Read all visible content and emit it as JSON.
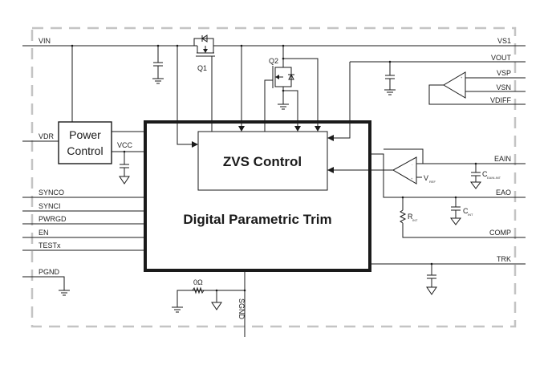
{
  "blocks": {
    "power_control": [
      "Power",
      "Control"
    ],
    "zvs_control": "ZVS Control",
    "digital_trim": "Digital Parametric Trim"
  },
  "left_pins": {
    "vin": "VIN",
    "vdr": "VDR",
    "vcc": "VCC",
    "sync_o": "SYNCO",
    "sync_i": "SYNCI",
    "pwrgd": "PWRGD",
    "en": "EN",
    "testx": "TESTx",
    "pgnd": "PGND"
  },
  "right_pins": {
    "vs1": "VS1",
    "vout": "VOUT",
    "vsp": "VSP",
    "vsn": "VSN",
    "vdiff": "VDIFF",
    "eain": "EAIN",
    "eao": "EAO",
    "comp": "COMP",
    "trk": "TRK"
  },
  "components": {
    "q1": "Q1",
    "q2": "Q2",
    "resistor_0ohm": "0Ω",
    "sgnd": "SGND",
    "vref": "V",
    "vref_sub": "REF",
    "c_eain": "C",
    "c_eain_sub": "EAIN-INT",
    "c_int": "C",
    "c_int_sub": "INT",
    "r_int": "R",
    "r_int_sub": "INT",
    "opamp_plus": "+",
    "opamp_minus": "-"
  },
  "colors": {
    "wire": "#1a1a1a",
    "border_dash": "#c4c4c4"
  }
}
